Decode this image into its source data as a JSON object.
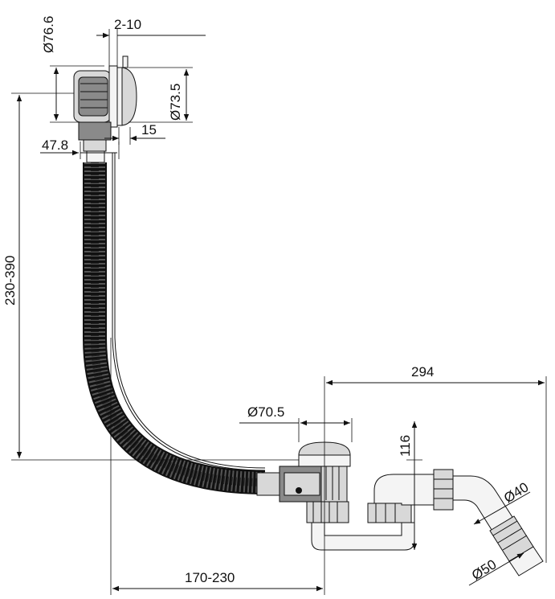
{
  "dimensions": {
    "overflow_diameter": "Ø76.6",
    "adjust_range": "2-10",
    "cap_diameter": "Ø73.5",
    "cap_depth": "15",
    "overflow_offset": "47.8",
    "vertical_length": "230-390",
    "drain_diameter": "Ø70.5",
    "trap_height": "116",
    "outlet_length": "294",
    "horizontal_length": "170-230",
    "pipe_diameter_40": "Ø40",
    "pipe_diameter_50": "Ø50"
  }
}
